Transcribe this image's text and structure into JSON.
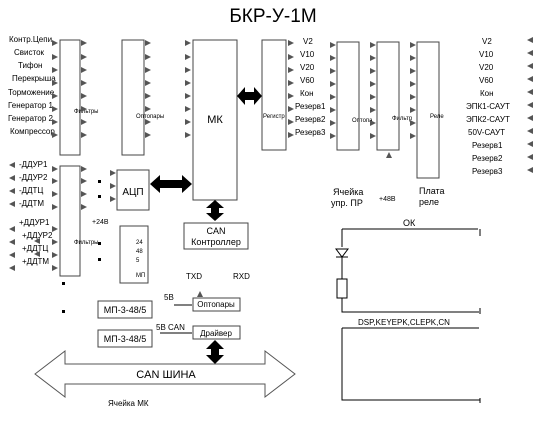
{
  "title": "БКР-У-1М",
  "left_inputs": [
    "Контр.Цепи",
    "Свисток",
    "Тифон",
    "Перекрыша",
    "Торможение",
    "Генератор 1",
    "Генератор 2",
    "Компрессор"
  ],
  "analog_inputs_minus": [
    "-ДДУР1",
    "-ДДУР2",
    "-ДДТЦ",
    "-ДДТМ"
  ],
  "analog_inputs_plus": [
    "+ДДУР1",
    "+ДДУР2",
    "+ДДТЦ",
    "+ДДТМ"
  ],
  "blocks": {
    "filters_top": "Фильтры",
    "optopairs_top": "Оптопары",
    "mk": "МК",
    "register": "Регистр",
    "optopara_right": "Оптопа",
    "filter_right": "Фильтр",
    "relay": "Реле",
    "adc": "АЦП",
    "filters_bottom": "Фильтры",
    "mp_small": "МП",
    "mp_small_numbers": [
      "24",
      "48",
      "5"
    ],
    "can_controller": [
      "CAN",
      "Контроллер"
    ],
    "optopairs_bottom": "Оптопары",
    "driver": "Драйвер",
    "mp1": "МП-3-48/5",
    "mp2": "МП-3-48/5",
    "can_bus": "CAN ШИНА"
  },
  "register_outputs": [
    "V2",
    "V10",
    "V20",
    "V60",
    "Кон",
    "Резерв1",
    "Резерв2",
    "Резерв3"
  ],
  "relay_outputs": [
    "V2",
    "V10",
    "V20",
    "V60",
    "Кон",
    "ЭПК1-САУТ",
    "ЭПК2-САУТ",
    "50V-САУТ",
    "Резерв1",
    "Резерв2",
    "Резерв3"
  ],
  "labels": {
    "cell_pr": [
      "Ячейка",
      "упр. ПР"
    ],
    "plus48": "+48В",
    "relay_board": [
      "Плата",
      "реле"
    ],
    "plus24": "+24В",
    "txd": "TXD",
    "rxd": "RXD",
    "five_v": "5В",
    "five_v_can": "5В CAN",
    "cell_mk": "Ячейка МК",
    "ok": "ОК",
    "dsp_signals": "DSP,KEYEPK,CLEPK,CN"
  }
}
